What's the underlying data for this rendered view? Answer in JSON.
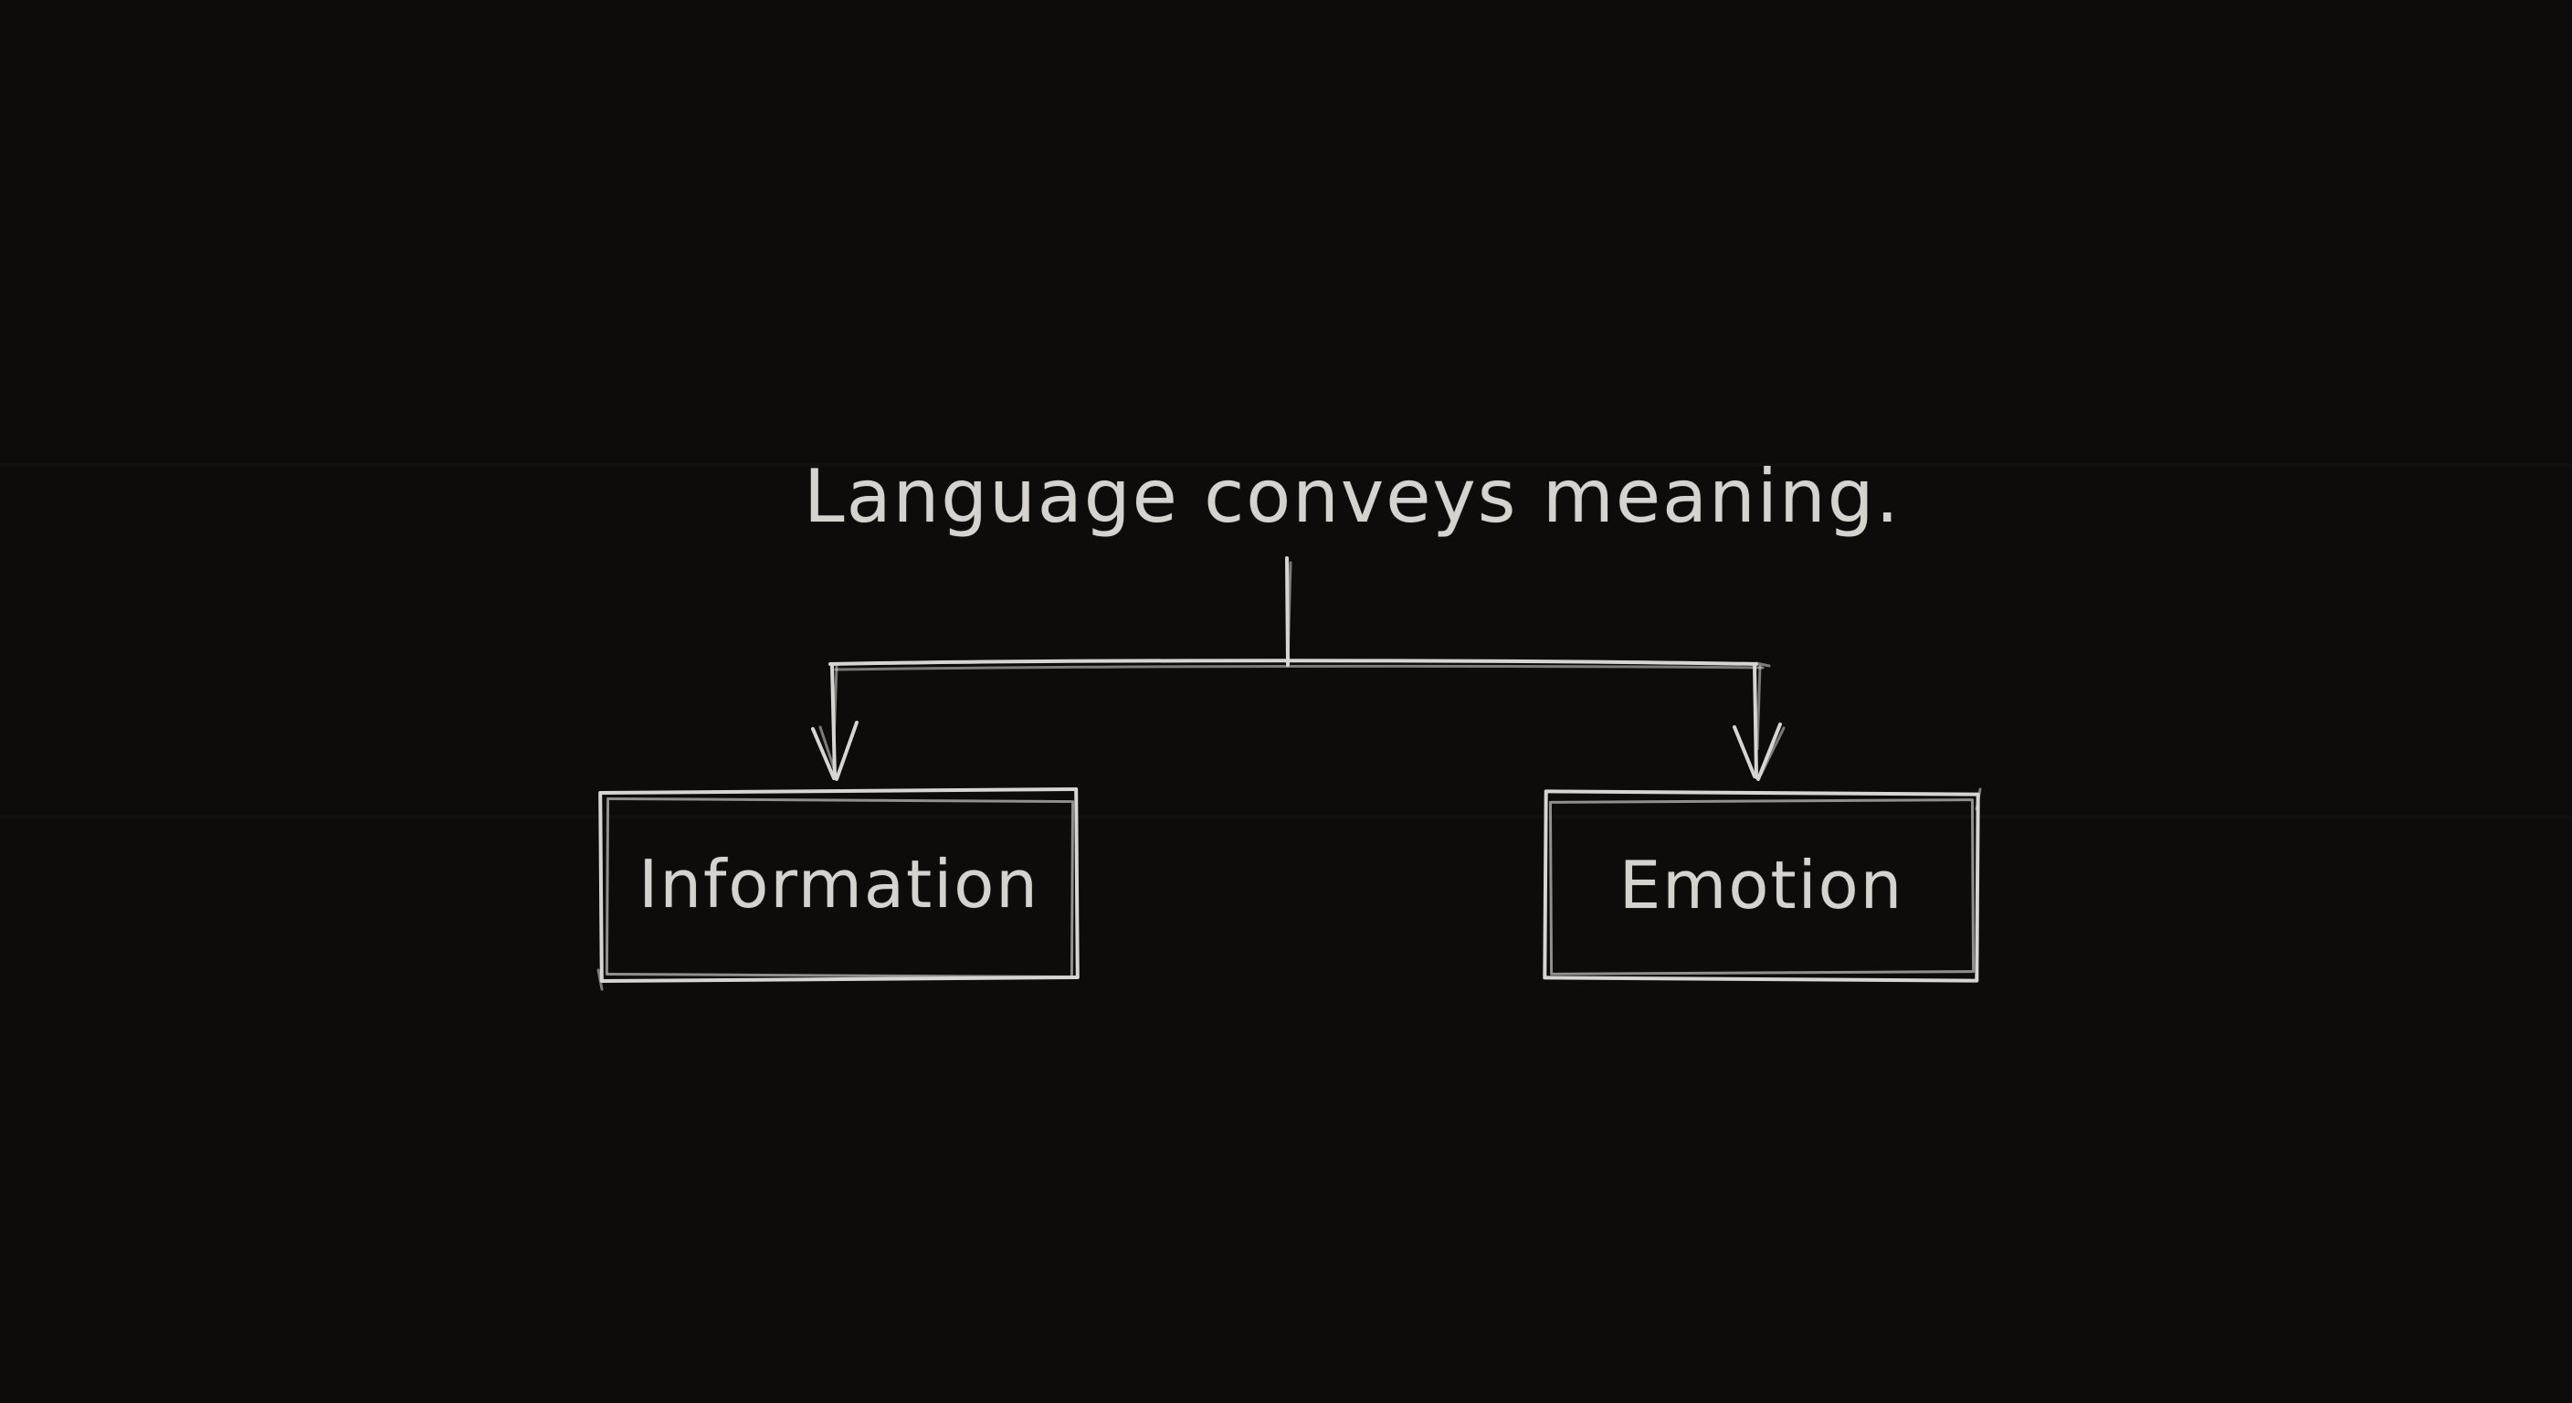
{
  "colors": {
    "background": "#0d0c0b",
    "stroke": "#d8d5d1",
    "text": "#d6d3cf"
  },
  "diagram": {
    "title": "Language conveys meaning.",
    "root": "Language conveys meaning.",
    "nodes": [
      {
        "id": "information",
        "label": "Information"
      },
      {
        "id": "emotion",
        "label": "Emotion"
      }
    ],
    "edges": [
      {
        "from": "root",
        "to": "information",
        "arrow": "down"
      },
      {
        "from": "root",
        "to": "emotion",
        "arrow": "down"
      }
    ],
    "style": "hand-drawn-sketch"
  }
}
